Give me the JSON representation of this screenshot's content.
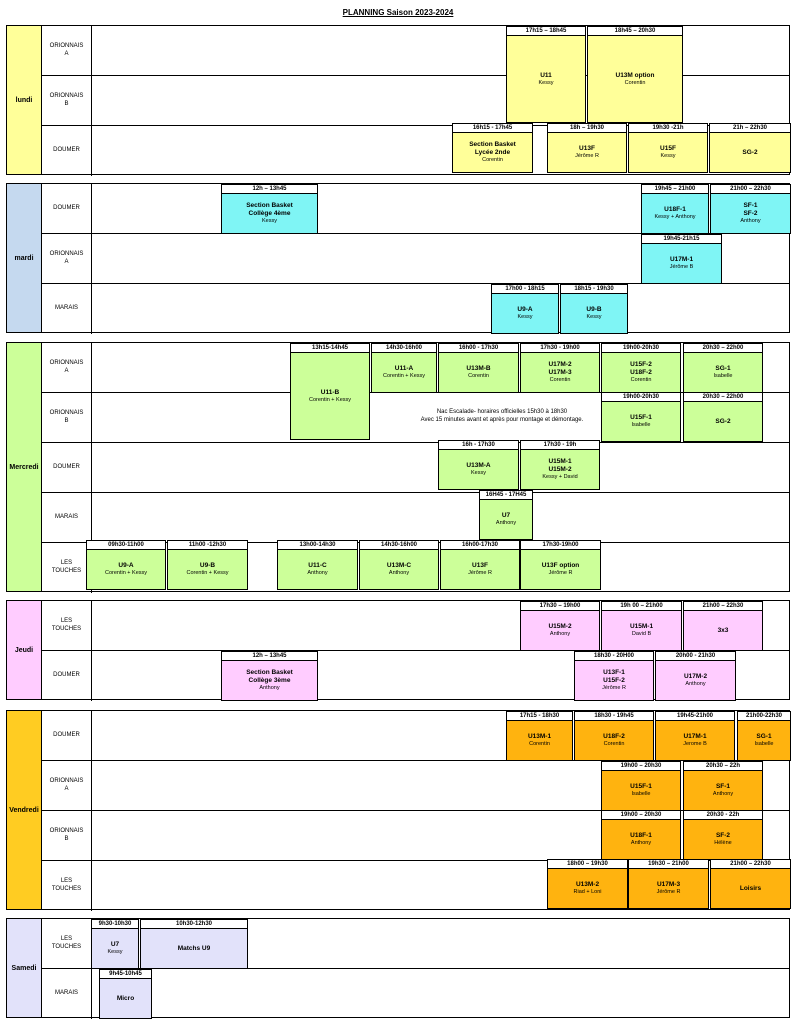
{
  "title": "PLANNING Saison 2023-2024",
  "colors": {
    "lundi": "#ffff99",
    "lundi_label": "#ffff99",
    "mardi": "#7ff5f5",
    "mardi_label": "#c5d9ef",
    "mercredi": "#ccff99",
    "mercredi_label": "#ccff99",
    "jeudi": "#ffccff",
    "jeudi_label": "#ffccff",
    "vendredi": "#ffb30f",
    "vendredi_label": "#ffcc22",
    "samedi": "#e2e2fa",
    "samedi_label": "#e2e2fa"
  },
  "days": {
    "lundi": {
      "label": "lundi",
      "venues": [
        "ORIONNAIS\nA",
        "ORIONNAIS\nB",
        "DOUMER"
      ],
      "slots": [
        {
          "time": "17h15 – 18h45",
          "name": "U11",
          "coach": "Kessy"
        },
        {
          "time": "18h45 – 20h30",
          "name": "U13M option",
          "coach": "Corentin"
        },
        {
          "time": "16h15 - 17h45",
          "name": "Section Basket\nLycée 2nde",
          "coach": "Corentin"
        },
        {
          "time": "18h – 19h30",
          "name": "U13F",
          "coach": "Jérôme R"
        },
        {
          "time": "19h30 -21h",
          "name": "U15F",
          "coach": "Kessy"
        },
        {
          "time": "21h – 22h30",
          "name": "SG-2",
          "coach": ""
        }
      ]
    },
    "mardi": {
      "label": "mardi",
      "venues": [
        "DOUMER",
        "ORIONNAIS\nA",
        "MARAIS"
      ],
      "slots": [
        {
          "time": "12h – 13h45",
          "name": "Section Basket\nCollège 4ème",
          "coach": "Kessy"
        },
        {
          "time": "19h45 – 21h00",
          "name": "U18F-1",
          "coach": "Kessy + Anthony"
        },
        {
          "time": "21h00 – 22h30",
          "name": "SF-1\nSF-2",
          "coach": "Anthony"
        },
        {
          "time": "19h45-21h15",
          "name": "U17M-1",
          "coach": "Jérôme B"
        },
        {
          "time": "17h00 - 18h15",
          "name": "U9-A",
          "coach": "Kessy"
        },
        {
          "time": "18h15 - 19h30",
          "name": "U9-B",
          "coach": "Kessy"
        }
      ]
    },
    "mercredi": {
      "label": "Mercredi",
      "venues": [
        "ORIONNAIS\nA",
        "ORIONNAIS\nB",
        "DOUMER",
        "MARAIS",
        "LES\nTOUCHES"
      ],
      "note": "Nac Escalade- horaires officielles 15h30 à 18h30\nAvec 15 minutes avant et après pour montage et démontage.",
      "slots": [
        {
          "time": "13h15-14h45",
          "name": "U11-B",
          "coach": "Corentin + Kessy"
        },
        {
          "time": "14h30-16h00",
          "name": "U11-A",
          "coach": "Corentin + Kessy"
        },
        {
          "time": "16h00 - 17h30",
          "name": "U13M-B",
          "coach": "Corentin"
        },
        {
          "time": "17h30 - 19h00",
          "name": "U17M-2\nU17M-3",
          "coach": "Corentin"
        },
        {
          "time": "19h00-20h30",
          "name": "U15F-2\nU18F-2",
          "coach": "Corentin"
        },
        {
          "time": "20h30 – 22h00",
          "name": "SG-1",
          "coach": "Isabelle"
        },
        {
          "time": "19h00-20h30",
          "name": "U15F-1",
          "coach": "Isabelle"
        },
        {
          "time": "20h30 – 22h00",
          "name": "SG-2",
          "coach": ""
        },
        {
          "time": "16h - 17h30",
          "name": "U13M-A",
          "coach": "Kessy"
        },
        {
          "time": "17h30 - 19h",
          "name": "U15M-1\nU15M-2",
          "coach": "Kessy + David"
        },
        {
          "time": "16H45 - 17H45",
          "name": "U7",
          "coach": "Anthony"
        },
        {
          "time": "09h30-11h00",
          "name": "U9-A",
          "coach": "Corentin + Kessy"
        },
        {
          "time": "11h00 -12h30",
          "name": "U9-B",
          "coach": "Corentin + Kessy"
        },
        {
          "time": "13h00-14h30",
          "name": "U11-C",
          "coach": "Anthony"
        },
        {
          "time": "14h30-16h00",
          "name": "U13M-C",
          "coach": "Anthony"
        },
        {
          "time": "16h00-17h30",
          "name": "U13F",
          "coach": "Jérôme R"
        },
        {
          "time": "17h30-19h00",
          "name": "U13F option",
          "coach": "Jérôme R"
        }
      ]
    },
    "jeudi": {
      "label": "Jeudi",
      "venues": [
        "LES\nTOUCHES",
        "DOUMER"
      ],
      "slots": [
        {
          "time": "17h30 – 19h00",
          "name": "U15M-2",
          "coach": "Anthony"
        },
        {
          "time": "19h 00 – 21h00",
          "name": "U15M-1",
          "coach": "David B"
        },
        {
          "time": "21h00 – 22h30",
          "name": "3x3",
          "coach": ""
        },
        {
          "time": "12h – 13h45",
          "name": "Section Basket\nCollège 3ème",
          "coach": "Anthony"
        },
        {
          "time": "18h30 - 20H00",
          "name": "U13F-1\nU15F-2",
          "coach": "Jérôme R"
        },
        {
          "time": "20h00 - 21h30",
          "name": "U17M-2",
          "coach": "Anthony"
        }
      ]
    },
    "vendredi": {
      "label": "Vendredi",
      "venues": [
        "DOUMER",
        "ORIONNAIS\nA",
        "ORIONNAIS\nB",
        "LES\nTOUCHES"
      ],
      "slots": [
        {
          "time": "17h15 - 18h30",
          "name": "U13M-1",
          "coach": "Corentin"
        },
        {
          "time": "18h30 - 19h45",
          "name": "U18F-2",
          "coach": "Corentin"
        },
        {
          "time": "19h45-21h00",
          "name": "U17M-1",
          "coach": "Jerome B"
        },
        {
          "time": "21h00-22h30",
          "name": "SG-1",
          "coach": "Isabelle"
        },
        {
          "time": "19h00 – 20h30",
          "name": "U15F-1",
          "coach": "Isabelle"
        },
        {
          "time": "20h30 – 22h",
          "name": "SF-1",
          "coach": "Anthony"
        },
        {
          "time": "19h00 – 20h30",
          "name": "U18F-1",
          "coach": "Anthony"
        },
        {
          "time": "20h30 - 22h",
          "name": "SF-2",
          "coach": "Hélène"
        },
        {
          "time": "18h00 – 19h30",
          "name": "U13M-2",
          "coach": "Riad + Loni"
        },
        {
          "time": "19h30 – 21h00",
          "name": "U17M-3",
          "coach": "Jérôme R"
        },
        {
          "time": "21h00 – 22h30",
          "name": "Loisirs",
          "coach": ""
        }
      ]
    },
    "samedi": {
      "label": "Samedi",
      "venues": [
        "LES\nTOUCHES",
        "MARAIS"
      ],
      "slots": [
        {
          "time": "9h30-10h30",
          "name": "U7",
          "coach": "Kessy"
        },
        {
          "time": "10h30-12h30",
          "name": "Matchs U9",
          "coach": ""
        },
        {
          "time": "9h45-10h45",
          "name": "Micro",
          "coach": ""
        }
      ]
    }
  }
}
